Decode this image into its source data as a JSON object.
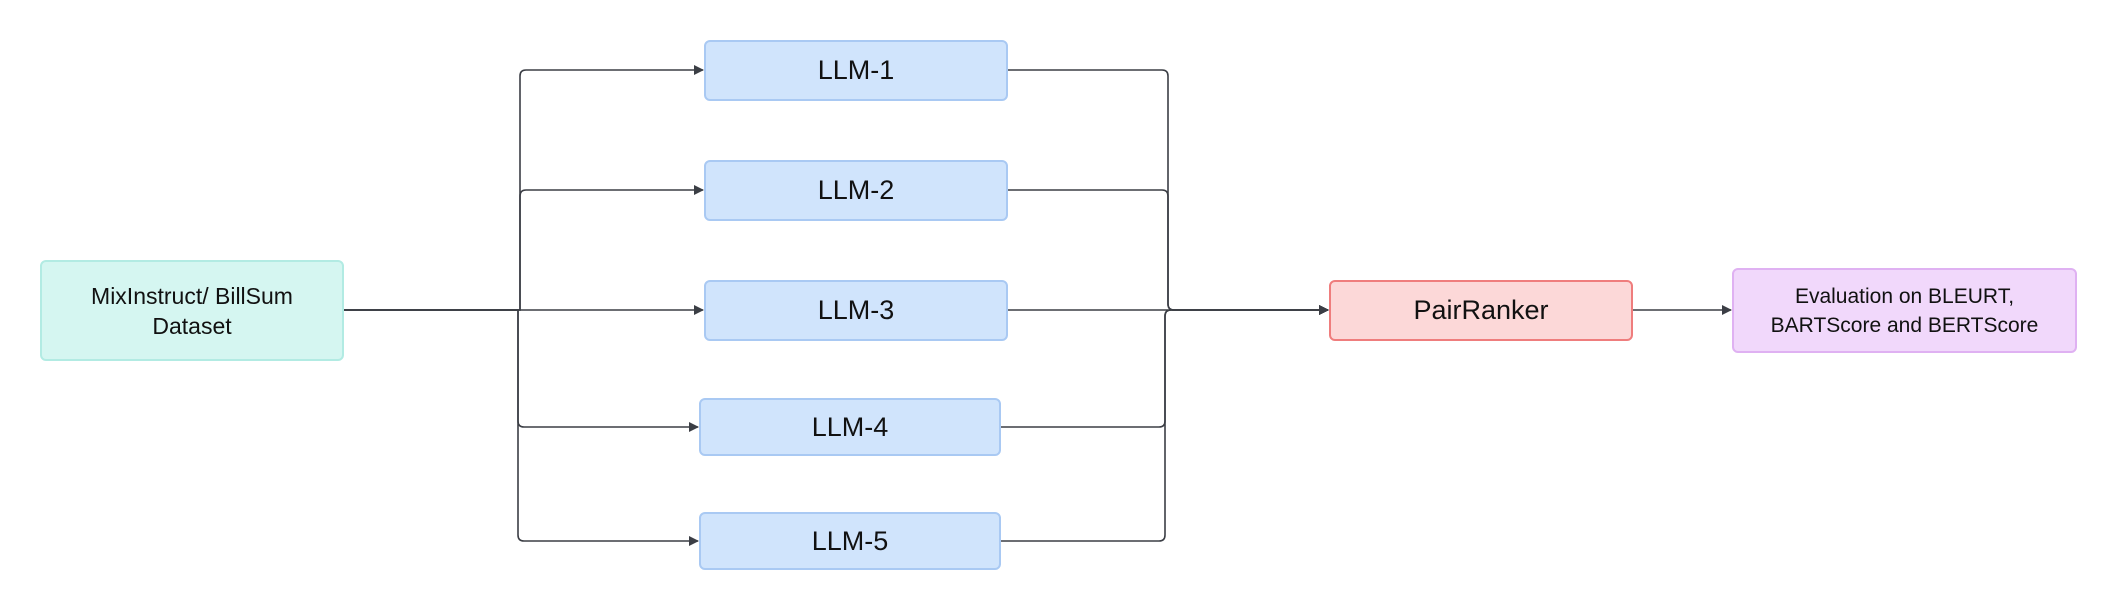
{
  "nodes": {
    "dataset": "MixInstruct/ BillSum\nDataset",
    "llm_1": "LLM-1",
    "llm_2": "LLM-2",
    "llm_3": "LLM-3",
    "llm_4": "LLM-4",
    "llm_5": "LLM-5",
    "ranker": "PairRanker",
    "evaluation": "Evaluation on BLEURT,\nBARTScore and BERTScore"
  },
  "colors": {
    "dataset_fill": "#d5f6f1",
    "llm_fill": "#d0e4fc",
    "ranker_fill": "#fcd8d8",
    "ranker_border": "#ef7d7d",
    "evaluation_fill": "#f1d8fb",
    "connector": "#3b3e45"
  },
  "edges": [
    {
      "from": "dataset",
      "to": "llm_1"
    },
    {
      "from": "dataset",
      "to": "llm_2"
    },
    {
      "from": "dataset",
      "to": "llm_3"
    },
    {
      "from": "dataset",
      "to": "llm_4"
    },
    {
      "from": "dataset",
      "to": "llm_5"
    },
    {
      "from": "llm_1",
      "to": "ranker"
    },
    {
      "from": "llm_2",
      "to": "ranker"
    },
    {
      "from": "llm_3",
      "to": "ranker"
    },
    {
      "from": "llm_4",
      "to": "ranker"
    },
    {
      "from": "llm_5",
      "to": "ranker"
    },
    {
      "from": "ranker",
      "to": "evaluation"
    }
  ]
}
